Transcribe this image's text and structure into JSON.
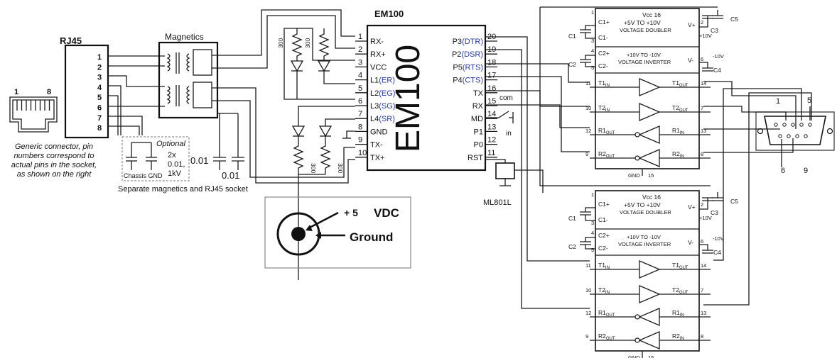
{
  "rj45": {
    "title": "RJ45",
    "pins": [
      "1",
      "2",
      "3",
      "4",
      "5",
      "6",
      "7",
      "8"
    ],
    "socket_pin_first": "1",
    "socket_pin_last": "8",
    "caption": [
      "Generic connector, pin",
      "numbers correspond to",
      "actual pins in the socket,",
      "as shown on the right"
    ]
  },
  "magnetics": {
    "title": "Magnetics",
    "optional_title": "Optional",
    "optional_lines": [
      "2x",
      "0.01,",
      "1kV"
    ],
    "chassis_gnd": "Chassis GND",
    "cap_value_1": "0.01",
    "cap_value_2": "0.01",
    "caption": "Separate magnetics and RJ45 socket"
  },
  "leds": {
    "resistor_value": "300"
  },
  "em100": {
    "title": "EM100",
    "body_label": "EM100",
    "left_pins": [
      {
        "num": "1",
        "name": "RX-",
        "suffix": ""
      },
      {
        "num": "2",
        "name": "RX+",
        "suffix": ""
      },
      {
        "num": "3",
        "name": "VCC",
        "suffix": ""
      },
      {
        "num": "4",
        "name": "L1",
        "suffix": "(ER)"
      },
      {
        "num": "5",
        "name": "L2",
        "suffix": "(EG)"
      },
      {
        "num": "6",
        "name": "L3",
        "suffix": "(SG)"
      },
      {
        "num": "7",
        "name": "L4",
        "suffix": "(SR)"
      },
      {
        "num": "8",
        "name": "GND",
        "suffix": ""
      },
      {
        "num": "9",
        "name": "TX-",
        "suffix": ""
      },
      {
        "num": "10",
        "name": "TX+",
        "suffix": ""
      }
    ],
    "right_pins": [
      {
        "num": "20",
        "name": "P3",
        "suffix": "(DTR)"
      },
      {
        "num": "19",
        "name": "P2",
        "suffix": "(DSR)"
      },
      {
        "num": "18",
        "name": "P5",
        "suffix": "(RTS)"
      },
      {
        "num": "17",
        "name": "P4",
        "suffix": "(CTS)"
      },
      {
        "num": "16",
        "name": "TX",
        "suffix": ""
      },
      {
        "num": "15",
        "name": "RX",
        "suffix": ""
      },
      {
        "num": "14",
        "name": "MD",
        "suffix": ""
      },
      {
        "num": "13",
        "name": "P1",
        "suffix": ""
      },
      {
        "num": "12",
        "name": "P0",
        "suffix": ""
      },
      {
        "num": "11",
        "name": "RST",
        "suffix": ""
      }
    ],
    "switch_com": "com",
    "switch_in": "in",
    "reset_chip": "ML801L"
  },
  "power": {
    "plus_label": "+ 5",
    "vdc": "VDC",
    "ground": "Ground"
  },
  "driver": {
    "vcc": "Vcc 16",
    "doubler_line1": "+5V TO +10V",
    "doubler_line2": "VOLTAGE DOUBLER",
    "inverter_line1": "+10V TO -10V",
    "inverter_line2": "VOLTAGE INVERTER",
    "c1p": "C1+",
    "c1m": "C1-",
    "c2p": "C2+",
    "c2m": "C2-",
    "c1": "C1",
    "c2": "C2",
    "c3": "C3",
    "c4": "C4",
    "c5": "C5",
    "vplus": "V+",
    "vminus": "V-",
    "plus10": "+10V",
    "minus10": "-10V",
    "pin1": "1",
    "pin2": "2",
    "pin3": "3",
    "pin4": "4",
    "pin5": "5",
    "pin6": "6",
    "t1in": "T1",
    "t2in": "T2",
    "r1out": "R1",
    "r2out": "R2",
    "t1out": "T1",
    "t2out": "T2",
    "r1in": "R1",
    "r2in": "R2",
    "sub_in": "IN",
    "sub_out": "OUT",
    "p11": "11",
    "p10": "10",
    "p12": "12",
    "p9": "9",
    "p14": "14",
    "p7": "7",
    "p13": "13",
    "p8": "8",
    "gnd": "GND",
    "p15": "15"
  },
  "db9": {
    "pin1": "1",
    "pin5": "5",
    "pin6": "6",
    "pin9": "9"
  },
  "colors": {
    "wire": "#1a1a1a",
    "pin_name_blue": "#24389a",
    "frame_gray": "#888888"
  }
}
